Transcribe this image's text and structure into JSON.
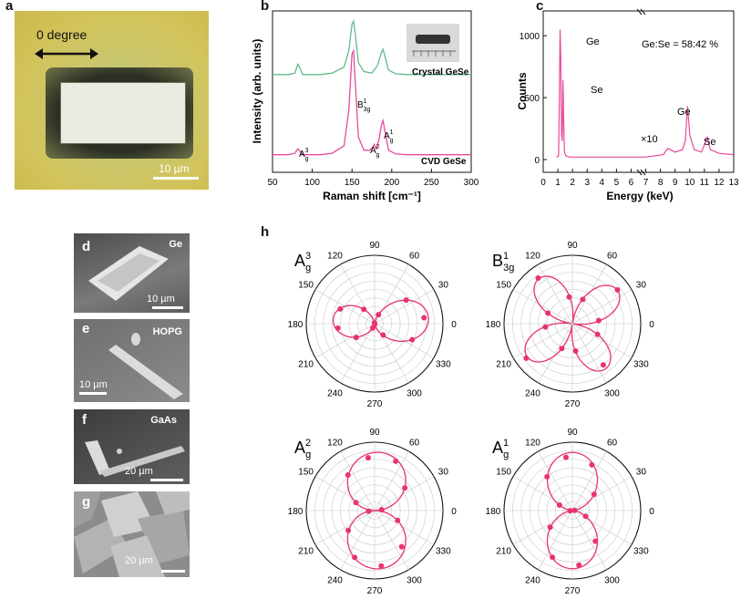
{
  "panels": {
    "a": {
      "label": "a",
      "annotation": "0 degree",
      "scale": "10 µm"
    },
    "b": {
      "label": "b"
    },
    "c": {
      "label": "c"
    },
    "d": {
      "label": "d",
      "substrate": "Ge",
      "scale": "10 µm"
    },
    "e": {
      "label": "e",
      "substrate": "HOPG",
      "scale": "10 µm"
    },
    "f": {
      "label": "f",
      "substrate": "GaAs",
      "scale": "20 µm"
    },
    "g": {
      "label": "g",
      "scale": "20 µm"
    },
    "h": {
      "label": "h"
    }
  },
  "chart_data": [
    {
      "id": "b",
      "type": "line",
      "xlabel": "Raman shift [cm⁻¹]",
      "ylabel": "Intensity (arb. units)",
      "xlim": [
        50,
        300
      ],
      "xticks": [
        50,
        100,
        150,
        200,
        250,
        300
      ],
      "series": [
        {
          "name": "Crystal GeSe",
          "color": "#5dbb8a",
          "x": [
            50,
            60,
            70,
            78,
            82,
            85,
            88,
            95,
            110,
            125,
            140,
            146,
            150,
            152,
            154,
            158,
            165,
            175,
            182,
            187,
            189,
            191,
            196,
            205,
            220,
            240,
            260,
            280,
            300
          ],
          "y": [
            0.64,
            0.64,
            0.64,
            0.65,
            0.71,
            0.68,
            0.64,
            0.64,
            0.64,
            0.65,
            0.69,
            0.8,
            0.98,
            1.0,
            0.92,
            0.72,
            0.66,
            0.65,
            0.7,
            0.79,
            0.81,
            0.77,
            0.67,
            0.645,
            0.64,
            0.64,
            0.64,
            0.64,
            0.64
          ]
        },
        {
          "name": "CVD GeSe",
          "color": "#e8489c",
          "x": [
            50,
            60,
            70,
            78,
            82,
            85,
            88,
            95,
            110,
            125,
            140,
            146,
            150,
            152,
            154,
            158,
            165,
            172,
            176,
            178,
            180,
            184,
            187,
            189,
            191,
            196,
            205,
            220,
            240,
            260,
            280,
            300
          ],
          "y": [
            0.1,
            0.1,
            0.1,
            0.11,
            0.14,
            0.12,
            0.1,
            0.1,
            0.1,
            0.11,
            0.16,
            0.4,
            0.78,
            0.8,
            0.6,
            0.22,
            0.13,
            0.13,
            0.15,
            0.17,
            0.14,
            0.2,
            0.3,
            0.33,
            0.27,
            0.13,
            0.105,
            0.1,
            0.1,
            0.1,
            0.1,
            0.1
          ]
        }
      ],
      "annotations": [
        "A",
        "3",
        "g",
        "B",
        "1",
        "3g",
        "A",
        "2",
        "g",
        "A",
        "1",
        "g"
      ],
      "legend": [
        "Crystal GeSe",
        "CVD GeSe"
      ]
    },
    {
      "id": "c",
      "type": "line",
      "xlabel": "Energy (keV)",
      "ylabel": "Counts",
      "xticks": [
        0,
        1,
        2,
        3,
        4,
        5,
        6,
        7,
        8,
        9,
        10,
        11,
        12,
        13
      ],
      "yticks": [
        0,
        500,
        1000
      ],
      "inset_label": "Ge:Se = 58:42 %",
      "peak_labels": [
        "Ge",
        "Se",
        "Ge",
        "Se"
      ],
      "magnification": "×10",
      "series": [
        {
          "name": "",
          "color": "#e8489c",
          "x": [
            0.9,
            1.05,
            1.1,
            1.15,
            1.2,
            1.25,
            1.3,
            1.35,
            1.4,
            1.45,
            1.55,
            1.8,
            3,
            5,
            7,
            8.2,
            8.5,
            9,
            9.5,
            9.7,
            9.85,
            10,
            10.3,
            10.8,
            11.1,
            11.2,
            11.4,
            12,
            13
          ],
          "y": [
            20,
            30,
            500,
            1050,
            800,
            200,
            150,
            640,
            300,
            60,
            30,
            20,
            20,
            20,
            20,
            40,
            90,
            60,
            80,
            150,
            430,
            200,
            80,
            60,
            150,
            180,
            80,
            50,
            40
          ]
        }
      ]
    },
    {
      "id": "h",
      "type": "polar",
      "angle_ticks": [
        0,
        30,
        60,
        90,
        120,
        150,
        180,
        210,
        240,
        270,
        300,
        330
      ],
      "plots": [
        {
          "mode": "A",
          "sup": "3",
          "sub": "g"
        },
        {
          "mode": "B",
          "sup": "1",
          "sub": "3g"
        },
        {
          "mode": "A",
          "sup": "2",
          "sub": "g"
        },
        {
          "mode": "A",
          "sup": "1",
          "sub": "g"
        }
      ]
    }
  ]
}
